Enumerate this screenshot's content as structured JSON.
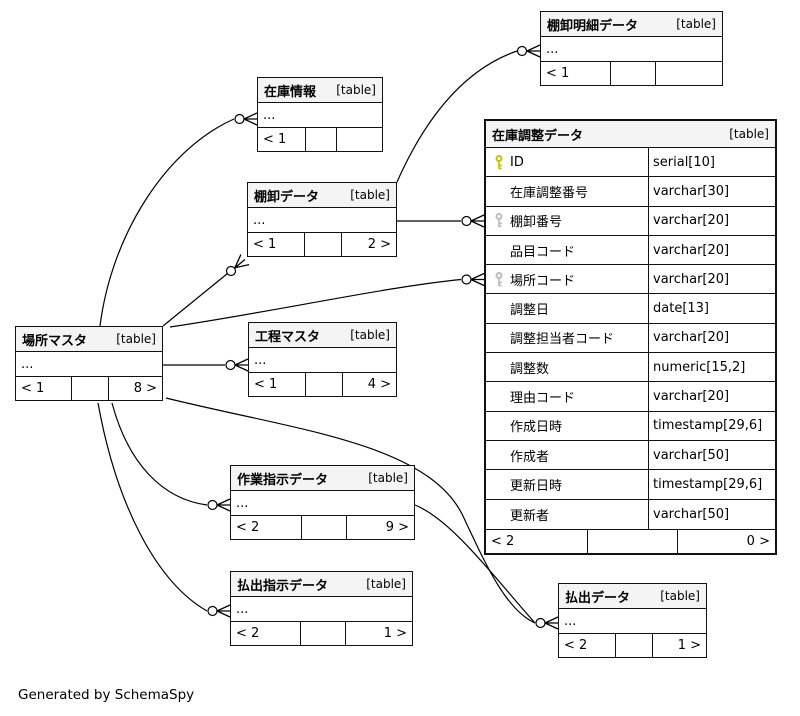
{
  "diagram": {
    "generator_note": "Generated by SchemaSpy",
    "type_label": "[table]",
    "ellipsis": "...",
    "colors": {
      "primary_key": "#c6c600",
      "foreign_key": "#bdbdbd",
      "header_bg": "#f4f4f4",
      "border": "#111111"
    },
    "tables": {
      "tanaoroshi_meisai": {
        "name": "棚卸明細データ",
        "footer": [
          "< 1",
          "",
          ""
        ]
      },
      "zaiko_joho": {
        "name": "在庫情報",
        "footer": [
          "< 1",
          "",
          ""
        ]
      },
      "tanaoroshi": {
        "name": "棚卸データ",
        "footer": [
          "< 1",
          "",
          "2 >"
        ]
      },
      "basho_master": {
        "name": "場所マスタ",
        "footer": [
          "< 1",
          "",
          "8 >"
        ]
      },
      "kotei_master": {
        "name": "工程マスタ",
        "footer": [
          "< 1",
          "",
          "4 >"
        ]
      },
      "sagyo_shiji": {
        "name": "作業指示データ",
        "footer": [
          "< 2",
          "",
          "9 >"
        ]
      },
      "haraidashi_shiji": {
        "name": "払出指示データ",
        "footer": [
          "< 2",
          "",
          "1 >"
        ]
      },
      "haraidashi": {
        "name": "払出データ",
        "footer": [
          "< 2",
          "",
          "1 >"
        ]
      },
      "zaiko_chosei": {
        "name": "在庫調整データ",
        "footer": [
          "< 2",
          "",
          "0 >"
        ],
        "columns": [
          {
            "name": "ID",
            "type": "serial[10]",
            "key": "primary"
          },
          {
            "name": "在庫調整番号",
            "type": "varchar[30]",
            "key": ""
          },
          {
            "name": "棚卸番号",
            "type": "varchar[20]",
            "key": "foreign"
          },
          {
            "name": "品目コード",
            "type": "varchar[20]",
            "key": ""
          },
          {
            "name": "場所コード",
            "type": "varchar[20]",
            "key": "foreign"
          },
          {
            "name": "調整日",
            "type": "date[13]",
            "key": ""
          },
          {
            "name": "調整担当者コード",
            "type": "varchar[20]",
            "key": ""
          },
          {
            "name": "調整数",
            "type": "numeric[15,2]",
            "key": ""
          },
          {
            "name": "理由コード",
            "type": "varchar[20]",
            "key": ""
          },
          {
            "name": "作成日時",
            "type": "timestamp[29,6]",
            "key": ""
          },
          {
            "name": "作成者",
            "type": "varchar[50]",
            "key": ""
          },
          {
            "name": "更新日時",
            "type": "timestamp[29,6]",
            "key": ""
          },
          {
            "name": "更新者",
            "type": "varchar[50]",
            "key": ""
          }
        ]
      }
    }
  }
}
